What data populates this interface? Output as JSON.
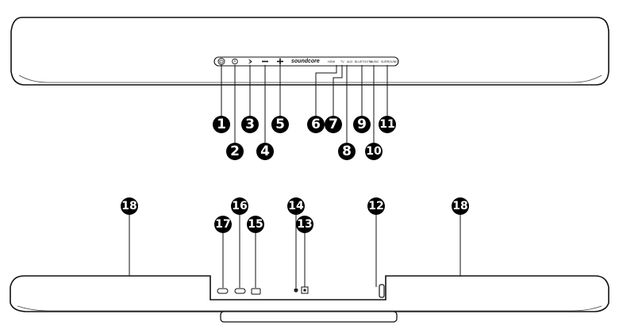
{
  "brand": "soundcore",
  "indicator_labels": [
    "HDMI",
    "TV",
    "AUX",
    "BLUETOOTH",
    "MUSIC",
    "SURROUND"
  ],
  "callouts": {
    "c1": "1",
    "c2": "2",
    "c3": "3",
    "c4": "4",
    "c5": "5",
    "c6": "6",
    "c7": "7",
    "c8": "8",
    "c9": "9",
    "c10": "10",
    "c11": "11",
    "c12": "12",
    "c13": "13",
    "c14": "14",
    "c15": "15",
    "c16": "16",
    "c17": "17",
    "c18": "18"
  }
}
